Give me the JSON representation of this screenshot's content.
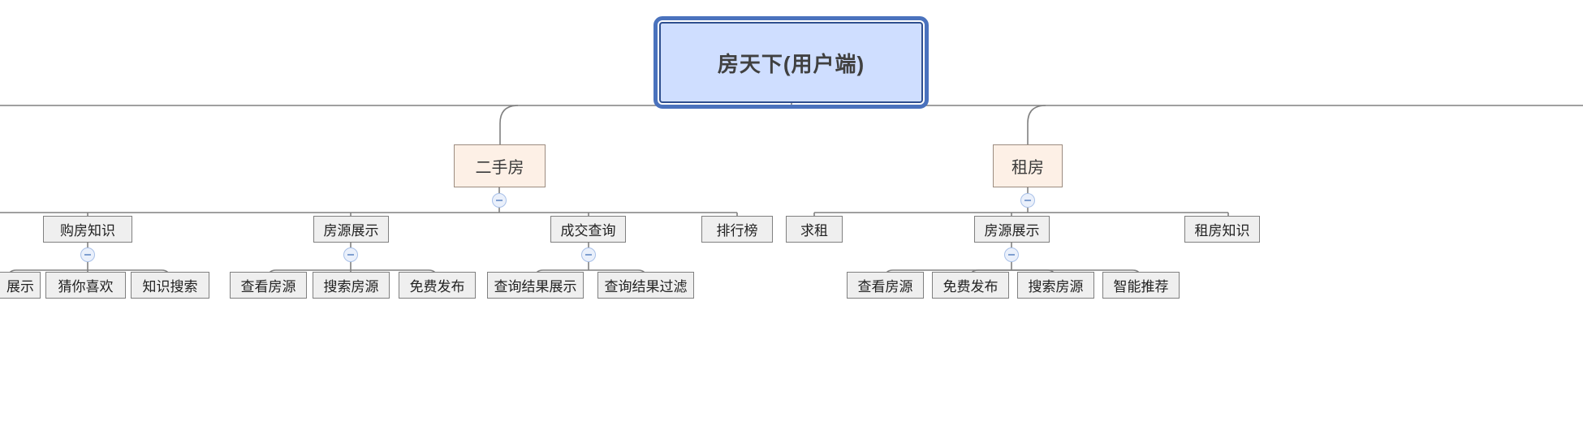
{
  "diagram": {
    "type": "mindmap-tree",
    "title": "房天下(用户端)",
    "orientation": "top-down",
    "colors": {
      "root_fill": "#cfdeff",
      "root_border": "#4a72bd",
      "level2_fill": "#fdf0e6",
      "level2_border": "#9c8c80",
      "leaf_fill": "#efefef",
      "leaf_border": "#808080",
      "edge": "#808080",
      "toggle_ring": "#a8c0e8",
      "toggle_fill": "#eaf0fb"
    },
    "toggle_icon": "collapse-minus-icon",
    "nodes": {
      "root": {
        "label": "房天下(用户端)"
      },
      "level2": [
        {
          "id": "n-ershoufang",
          "label": "二手房"
        },
        {
          "id": "n-zufang",
          "label": "租房"
        }
      ],
      "level3": [
        {
          "id": "n-goufangzhishi",
          "label": "购房知识",
          "parent": "n-ershoufang"
        },
        {
          "id": "n-fangyuanzhanshi-1",
          "label": "房源展示",
          "parent": "n-ershoufang"
        },
        {
          "id": "n-chengjiaochaxun",
          "label": "成交查询",
          "parent": "n-ershoufang"
        },
        {
          "id": "n-paihangbang",
          "label": "排行榜",
          "parent": "n-ershoufang"
        },
        {
          "id": "n-qiuzu",
          "label": "求租",
          "parent": "n-zufang"
        },
        {
          "id": "n-fangyuanzhanshi-2",
          "label": "房源展示",
          "parent": "n-zufang"
        },
        {
          "id": "n-zufangzhishi",
          "label": "租房知识",
          "parent": "n-zufang"
        }
      ],
      "level4": [
        {
          "id": "l-zhanshi",
          "label": "展示",
          "parent": "n-goufangzhishi",
          "clipped": true
        },
        {
          "id": "l-cainixihuan",
          "label": "猜你喜欢",
          "parent": "n-goufangzhishi"
        },
        {
          "id": "l-zhishisousuo",
          "label": "知识搜索",
          "parent": "n-goufangzhishi"
        },
        {
          "id": "l-chakanfangyuan-1",
          "label": "查看房源",
          "parent": "n-fangyuanzhanshi-1"
        },
        {
          "id": "l-sousuofangyuan-1",
          "label": "搜索房源",
          "parent": "n-fangyuanzhanshi-1"
        },
        {
          "id": "l-mianfeifabu-1",
          "label": "免费发布",
          "parent": "n-fangyuanzhanshi-1"
        },
        {
          "id": "l-chaxunjieguozhanshi",
          "label": "查询结果展示",
          "parent": "n-chengjiaochaxun"
        },
        {
          "id": "l-chaxunjieguoguolv",
          "label": "查询结果过滤",
          "parent": "n-chengjiaochaxun"
        },
        {
          "id": "l-chakanfangyuan-2",
          "label": "查看房源",
          "parent": "n-fangyuanzhanshi-2"
        },
        {
          "id": "l-mianfeifabu-2",
          "label": "免费发布",
          "parent": "n-fangyuanzhanshi-2"
        },
        {
          "id": "l-sousuofangyuan-2",
          "label": "搜索房源",
          "parent": "n-fangyuanzhanshi-2"
        },
        {
          "id": "l-zhinengtuijian",
          "label": "智能推荐",
          "parent": "n-fangyuanzhanshi-2"
        }
      ]
    }
  }
}
